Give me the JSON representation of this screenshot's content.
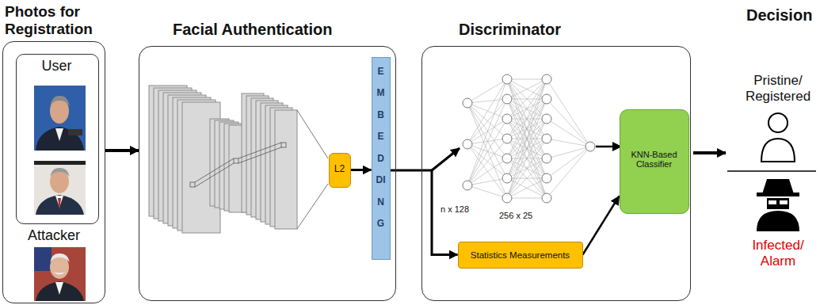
{
  "diagram": {
    "nodes": [
      {
        "text": [
          "Photos for Registration",
          "Attacker"
        ]
      },
      {
        "text": [
          "User"
        ],
        "in": 0
      },
      {
        "text": [
          "Facial Authentication"
        ]
      },
      {
        "text": [
          "L2"
        ],
        "in": 2
      },
      {
        "text": [
          "EMBEDDING"
        ],
        "in": 2
      },
      {
        "text": [
          "Discriminator"
        ]
      },
      {
        "text": [
          "Statistics Measurements"
        ],
        "in": 5
      },
      {
        "text": [
          "KNN-Based Classifier"
        ],
        "in": 5
      }
    ],
    "edges": [
      {
        "from": 0,
        "to": 2,
        "arrow": "to"
      },
      {
        "from": 3,
        "to": 4,
        "arrow": "to"
      },
      {
        "from": 4,
        "to": 6,
        "arrow": "to"
      },
      {
        "from": 6,
        "to": 7,
        "arrow": "to"
      }
    ],
    "labels": [
      "n x 128",
      "256 x 25",
      "Decision",
      "Pristine/ Registered",
      "Infected/ Alarm"
    ]
  }
}
